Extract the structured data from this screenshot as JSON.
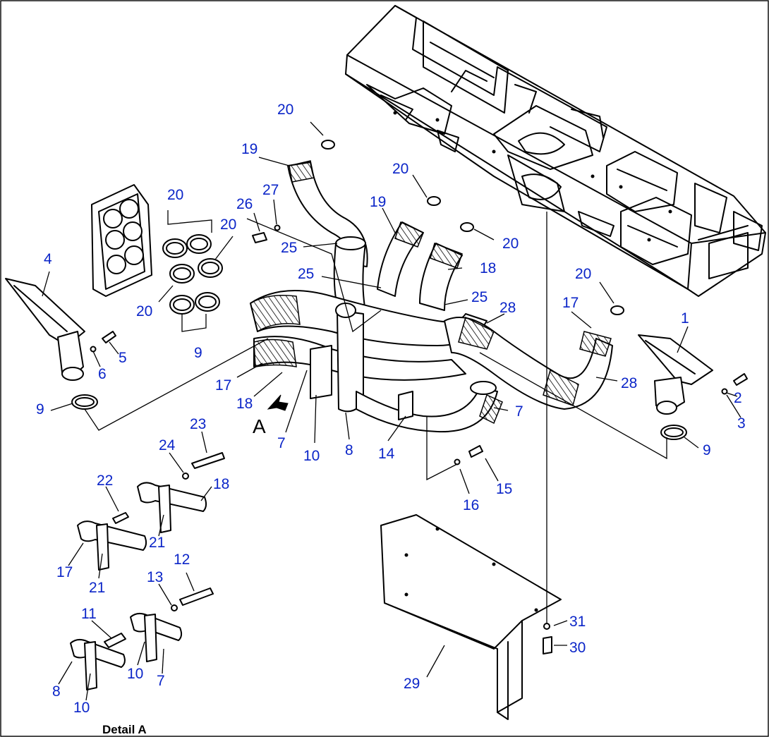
{
  "detail_caption": "Detail A",
  "view_marker": "A",
  "callouts": [
    {
      "id": "c1",
      "label": "1"
    },
    {
      "id": "c2",
      "label": "2"
    },
    {
      "id": "c3",
      "label": "3"
    },
    {
      "id": "c4",
      "label": "4"
    },
    {
      "id": "c5",
      "label": "5"
    },
    {
      "id": "c6",
      "label": "6"
    },
    {
      "id": "c7a",
      "label": "7"
    },
    {
      "id": "c7b",
      "label": "7"
    },
    {
      "id": "c7c",
      "label": "7"
    },
    {
      "id": "c8a",
      "label": "8"
    },
    {
      "id": "c8b",
      "label": "8"
    },
    {
      "id": "c9a",
      "label": "9"
    },
    {
      "id": "c9b",
      "label": "9"
    },
    {
      "id": "c9c",
      "label": "9"
    },
    {
      "id": "c10a",
      "label": "10"
    },
    {
      "id": "c10b",
      "label": "10"
    },
    {
      "id": "c10c",
      "label": "10"
    },
    {
      "id": "c11",
      "label": "11"
    },
    {
      "id": "c12",
      "label": "12"
    },
    {
      "id": "c13",
      "label": "13"
    },
    {
      "id": "c14",
      "label": "14"
    },
    {
      "id": "c15",
      "label": "15"
    },
    {
      "id": "c16",
      "label": "16"
    },
    {
      "id": "c17a",
      "label": "17"
    },
    {
      "id": "c17b",
      "label": "17"
    },
    {
      "id": "c17c",
      "label": "17"
    },
    {
      "id": "c18a",
      "label": "18"
    },
    {
      "id": "c18b",
      "label": "18"
    },
    {
      "id": "c18c",
      "label": "18"
    },
    {
      "id": "c19a",
      "label": "19"
    },
    {
      "id": "c19b",
      "label": "19"
    },
    {
      "id": "c20a",
      "label": "20"
    },
    {
      "id": "c20b",
      "label": "20"
    },
    {
      "id": "c20c",
      "label": "20"
    },
    {
      "id": "c20d",
      "label": "20"
    },
    {
      "id": "c20e",
      "label": "20"
    },
    {
      "id": "c20f",
      "label": "20"
    },
    {
      "id": "c20g",
      "label": "20"
    },
    {
      "id": "c21a",
      "label": "21"
    },
    {
      "id": "c21b",
      "label": "21"
    },
    {
      "id": "c22",
      "label": "22"
    },
    {
      "id": "c23",
      "label": "23"
    },
    {
      "id": "c24",
      "label": "24"
    },
    {
      "id": "c25a",
      "label": "25"
    },
    {
      "id": "c25b",
      "label": "25"
    },
    {
      "id": "c25c",
      "label": "25"
    },
    {
      "id": "c26",
      "label": "26"
    },
    {
      "id": "c27",
      "label": "27"
    },
    {
      "id": "c28a",
      "label": "28"
    },
    {
      "id": "c28b",
      "label": "28"
    },
    {
      "id": "c29",
      "label": "29"
    },
    {
      "id": "c30",
      "label": "30"
    },
    {
      "id": "c31",
      "label": "31"
    }
  ]
}
